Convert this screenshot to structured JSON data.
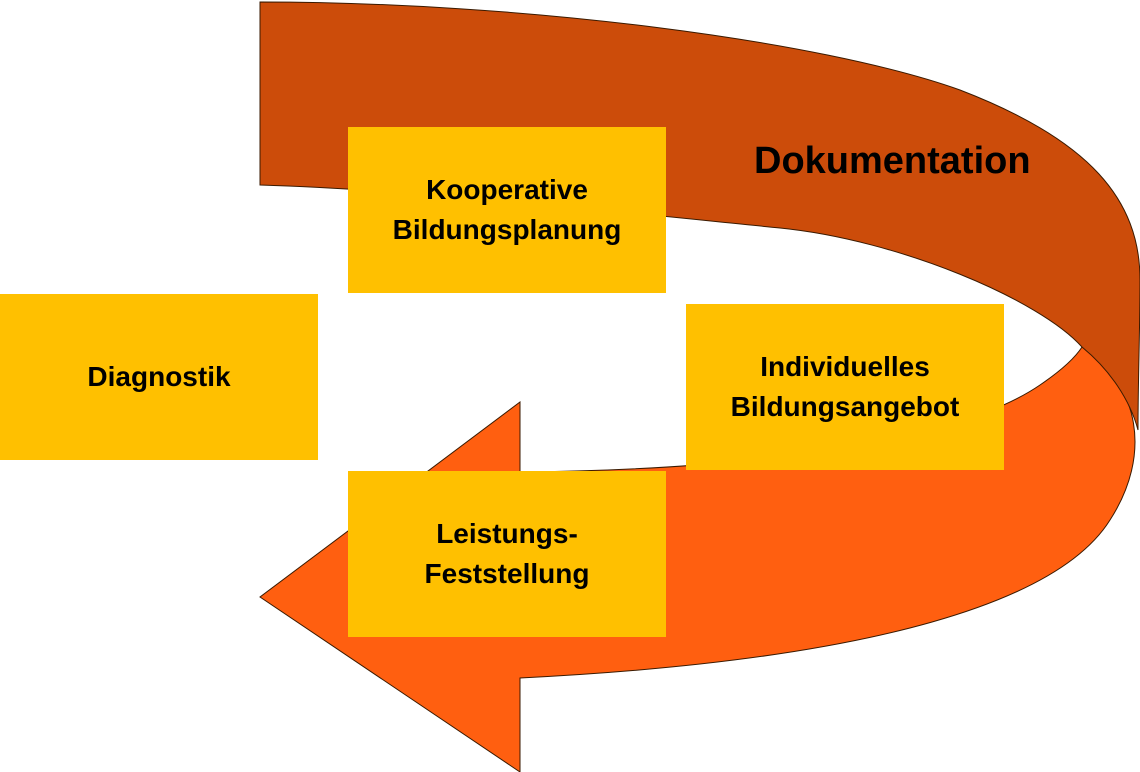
{
  "colors": {
    "top_arrow": "#cc4c0a",
    "bottom_arrow": "#ff5f10",
    "box_fill": "#ffc000",
    "text": "#000000"
  },
  "labels": {
    "documentation": "Dokumentation",
    "diagnostik": "Diagnostik",
    "kooperativ": "Kooperative\nBildungsplanung",
    "individuell": "Individuelles\nBildungsangebot",
    "leistung": "Leistungs-\nFeststellung"
  }
}
